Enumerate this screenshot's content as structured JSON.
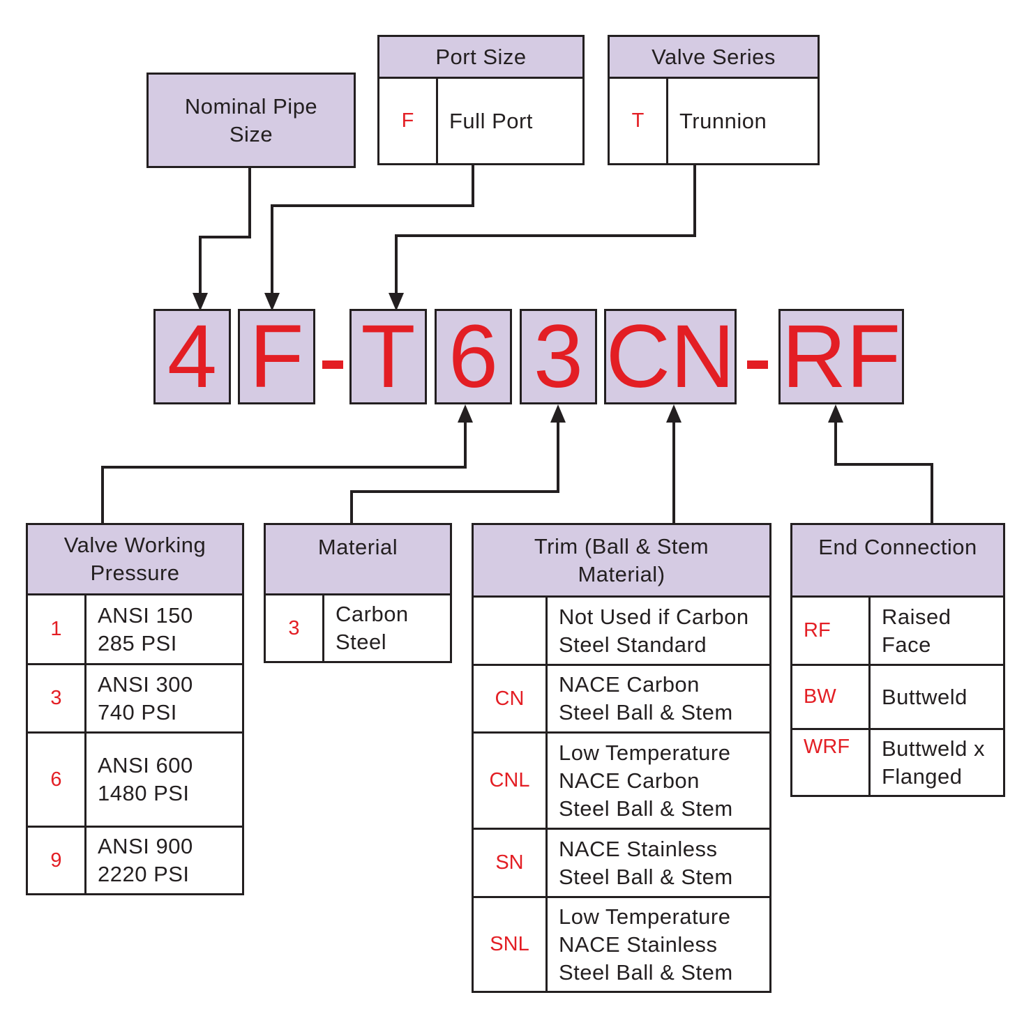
{
  "colors": {
    "accent": "#e31e24",
    "header_fill": "#d5cbe3",
    "line": "#231f20"
  },
  "top": {
    "nominal": {
      "title": "Nominal Pipe\nSize"
    },
    "port": {
      "title": "Port Size",
      "code": "F",
      "desc": "Full Port"
    },
    "series": {
      "title": "Valve Series",
      "code": "T",
      "desc": "Trunnion"
    }
  },
  "model": {
    "segments": [
      "4",
      "F",
      "T",
      "6",
      "3",
      "CN",
      "RF"
    ],
    "separator": "-"
  },
  "bottom": {
    "pressure": {
      "title": "Valve Working\nPressure",
      "rows": [
        {
          "code": "1",
          "desc": "ANSI 150\n285 PSI"
        },
        {
          "code": "3",
          "desc": "ANSI 300\n740 PSI"
        },
        {
          "code": "6",
          "desc": "ANSI 600\n1480 PSI"
        },
        {
          "code": "9",
          "desc": "ANSI 900\n2220 PSI"
        }
      ]
    },
    "material": {
      "title": "Material",
      "rows": [
        {
          "code": "3",
          "desc": "Carbon\nSteel"
        }
      ]
    },
    "trim": {
      "title": "Trim (Ball & Stem\nMaterial)",
      "rows": [
        {
          "code": "",
          "desc": "Not Used if Carbon\nSteel Standard"
        },
        {
          "code": "CN",
          "desc": "NACE Carbon\nSteel Ball & Stem"
        },
        {
          "code": "CNL",
          "desc": "Low Temperature\nNACE Carbon\nSteel Ball & Stem"
        },
        {
          "code": "SN",
          "desc": "NACE Stainless\nSteel Ball & Stem"
        },
        {
          "code": "SNL",
          "desc": "Low Temperature\nNACE Stainless\nSteel Ball & Stem"
        }
      ]
    },
    "end": {
      "title": "End Connection",
      "rows": [
        {
          "code": "RF",
          "desc": "Raised\nFace"
        },
        {
          "code": "BW",
          "desc": "Buttweld"
        },
        {
          "code": "WRF",
          "desc": "Buttweld x\nFlanged"
        }
      ]
    }
  }
}
